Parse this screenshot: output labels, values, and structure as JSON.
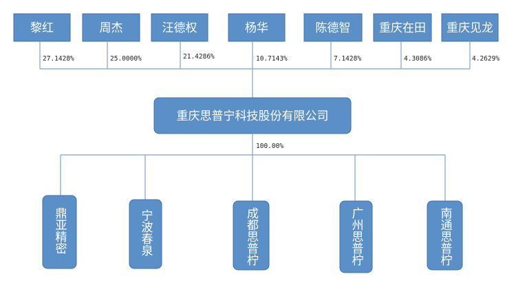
{
  "shareholders": [
    {
      "name": "黎红",
      "percent": "27.1428%"
    },
    {
      "name": "周杰",
      "percent": "25.0000%"
    },
    {
      "name": "汪德权",
      "percent": "21.4286%"
    },
    {
      "name": "杨华",
      "percent": "10.7143%"
    },
    {
      "name": "陈德智",
      "percent": "7.1428%"
    },
    {
      "name": "重庆在田",
      "percent": "4.3086%"
    },
    {
      "name": "重庆见龙",
      "percent": "4.2629%"
    }
  ],
  "company": {
    "name": "重庆思普宁科技股份有限公司"
  },
  "subsidiary_percent": "100.00%",
  "subsidiaries": [
    {
      "name": "鼎亚精密"
    },
    {
      "name": "宁波春泉"
    },
    {
      "name": "成都思普柠"
    },
    {
      "name": "广州思普柠"
    },
    {
      "name": "南通思普柠"
    }
  ],
  "colors": {
    "box_fill": "#5b8fc7",
    "box_stroke": "#3f71a8",
    "line": "#8fb0d6"
  }
}
